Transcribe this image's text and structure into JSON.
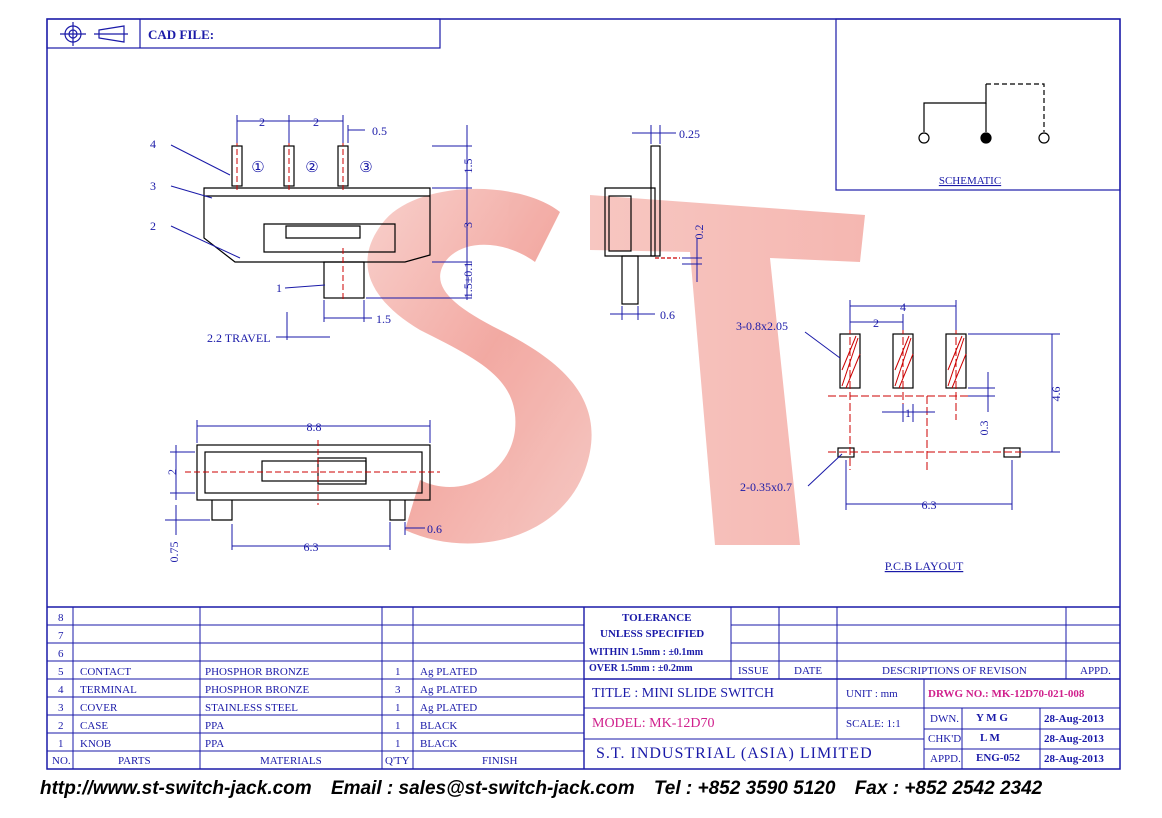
{
  "header": {
    "cad_label": "CAD FILE:"
  },
  "schematic": {
    "label": "SCHEMATIC"
  },
  "pcb": {
    "label": "P.C.B LAYOUT",
    "pad_note": "3-0.8x2.05",
    "hole_note": "2-0.35x0.7",
    "dim_4": "4",
    "dim_2": "2",
    "dim_1": "1",
    "dim_03": "0.3",
    "dim_46": "4.6",
    "dim_63": "6.3"
  },
  "front_view": {
    "dim_2a": "2",
    "dim_2b": "2",
    "dim_05": "0.5",
    "dim_15top": "1.5",
    "dim_3": "3",
    "dim_15tol": "1.5±0.1",
    "dim_15bot": "1.5",
    "travel": "2.2 TRAVEL",
    "pin1": "①",
    "pin2": "②",
    "pin3": "③",
    "callout_1": "1",
    "callout_2": "2",
    "callout_3": "3",
    "callout_4": "4"
  },
  "side_view": {
    "dim_025": "0.25",
    "dim_02": "0.2",
    "dim_06": "0.6"
  },
  "bottom_view": {
    "dim_88": "8.8",
    "dim_2": "2",
    "dim_06": "0.6",
    "dim_075": "0.75",
    "dim_63": "6.3"
  },
  "watermark": {
    "letters": "ST"
  },
  "bom": {
    "row_numbers": [
      "8",
      "7",
      "6"
    ],
    "rows": [
      {
        "no": "5",
        "part": "CONTACT",
        "material": "PHOSPHOR BRONZE",
        "qty": "1",
        "finish": "Ag PLATED"
      },
      {
        "no": "4",
        "part": "TERMINAL",
        "material": "PHOSPHOR BRONZE",
        "qty": "3",
        "finish": "Ag PLATED"
      },
      {
        "no": "3",
        "part": "COVER",
        "material": "STAINLESS STEEL",
        "qty": "1",
        "finish": "Ag PLATED"
      },
      {
        "no": "2",
        "part": "CASE",
        "material": "PPA",
        "qty": "1",
        "finish": "BLACK"
      },
      {
        "no": "1",
        "part": "KNOB",
        "material": "PPA",
        "qty": "1",
        "finish": "BLACK"
      }
    ],
    "headers": {
      "no": "NO.",
      "parts": "PARTS",
      "materials": "MATERIALS",
      "qty": "Q'TY",
      "finish": "FINISH"
    }
  },
  "tolerance": {
    "title1": "TOLERANCE",
    "title2": "UNLESS   SPECIFIED",
    "within": "WITHIN  1.5mm : ±0.1mm",
    "over": "OVER    1.5mm : ±0.2mm"
  },
  "revision": {
    "issue": "ISSUE",
    "date": "DATE",
    "desc": "DESCRIPTIONS  OF  REVISON",
    "appd": "APPD."
  },
  "title_block": {
    "title": "TITLE : MINI SLIDE SWITCH",
    "unit": "UNIT :   mm",
    "drwg": "DRWG NO.: MK-12D70-021-008",
    "model": "MODEL: MK-12D70",
    "scale": "SCALE:  1:1",
    "company": "S.T. INDUSTRIAL (ASIA) LIMITED",
    "dwn_label": "DWN.",
    "dwn_name": "Y M G",
    "dwn_date": "28-Aug-2013",
    "chk_label": "CHK'D",
    "chk_name": "L M",
    "chk_date": "28-Aug-2013",
    "appd_label": "APPD.",
    "appd_name": "ENG-052",
    "appd_date": "28-Aug-2013"
  },
  "footer": {
    "web": "http://www.st-switch-jack.com",
    "email": "Email : sales@st-switch-jack.com",
    "tel": "Tel : +852 3590 5120",
    "fax": "Fax : +852 2542 2342"
  },
  "colors": {
    "line": "#1a1aa8",
    "accent": "#d0208c",
    "watermark": "#f2a9a3"
  }
}
